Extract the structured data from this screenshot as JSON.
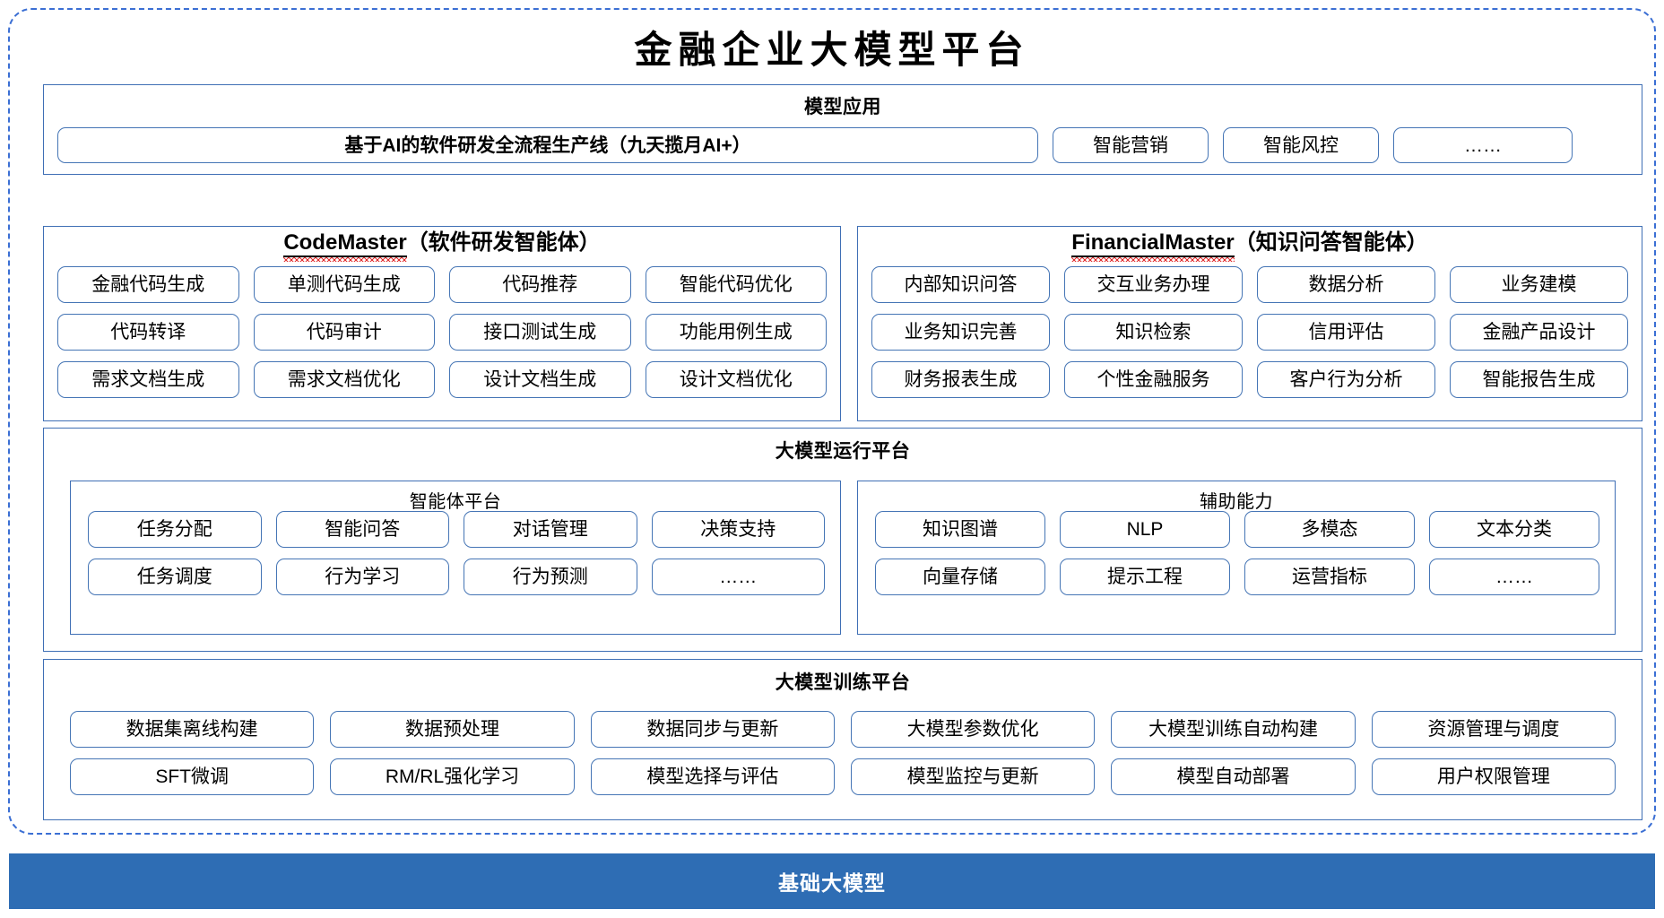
{
  "platform": {
    "title": "金融企业大模型平台",
    "base_model_bar": "基础大模型",
    "accent_color": "#3F6FB5",
    "bar_color": "#2E6DB4",
    "frame_color": "#3B6FD4",
    "squiggle_color": "#E03030"
  },
  "model_application": {
    "title": "模型应用",
    "items": [
      {
        "label": "基于AI的软件研发全流程生产线（九天揽月AI+）",
        "emphasis": "bold",
        "width": "wide"
      },
      {
        "label": "智能营销",
        "emphasis": "normal",
        "width": "narrow"
      },
      {
        "label": "智能风控",
        "emphasis": "normal",
        "width": "narrow"
      },
      {
        "label": "……",
        "emphasis": "normal",
        "width": "dots"
      }
    ]
  },
  "agents": [
    {
      "name_en": "CodeMaster",
      "name_cn": "（软件研发智能体）",
      "spellcheck_underline": true,
      "capabilities": [
        "金融代码生成",
        "单测代码生成",
        "代码推荐",
        "智能代码优化",
        "代码转译",
        "代码审计",
        "接口测试生成",
        "功能用例生成",
        "需求文档生成",
        "需求文档优化",
        "设计文档生成",
        "设计文档优化"
      ]
    },
    {
      "name_en": "FinancialMaster",
      "name_cn": "（知识问答智能体）",
      "spellcheck_underline": true,
      "capabilities": [
        "内部知识问答",
        "交互业务办理",
        "数据分析",
        "业务建模",
        "业务知识完善",
        "知识检索",
        "信用评估",
        "金融产品设计",
        "财务报表生成",
        "个性金融服务",
        "客户行为分析",
        "智能报告生成"
      ]
    }
  ],
  "runtime_platform": {
    "title": "大模型运行平台",
    "groups": [
      {
        "title": "智能体平台",
        "capabilities": [
          "任务分配",
          "智能问答",
          "对话管理",
          "决策支持",
          "任务调度",
          "行为学习",
          "行为预测",
          "……"
        ]
      },
      {
        "title": "辅助能力",
        "capabilities": [
          "知识图谱",
          "NLP",
          "多模态",
          "文本分类",
          "向量存储",
          "提示工程",
          "运营指标",
          "……"
        ]
      }
    ]
  },
  "training_platform": {
    "title": "大模型训练平台",
    "capabilities": [
      "数据集离线构建",
      "数据预处理",
      "数据同步与更新",
      "大模型参数优化",
      "大模型训练自动构建",
      "资源管理与调度",
      "SFT微调",
      "RM/RL强化学习",
      "模型选择与评估",
      "模型监控与更新",
      "模型自动部署",
      "用户权限管理"
    ]
  }
}
